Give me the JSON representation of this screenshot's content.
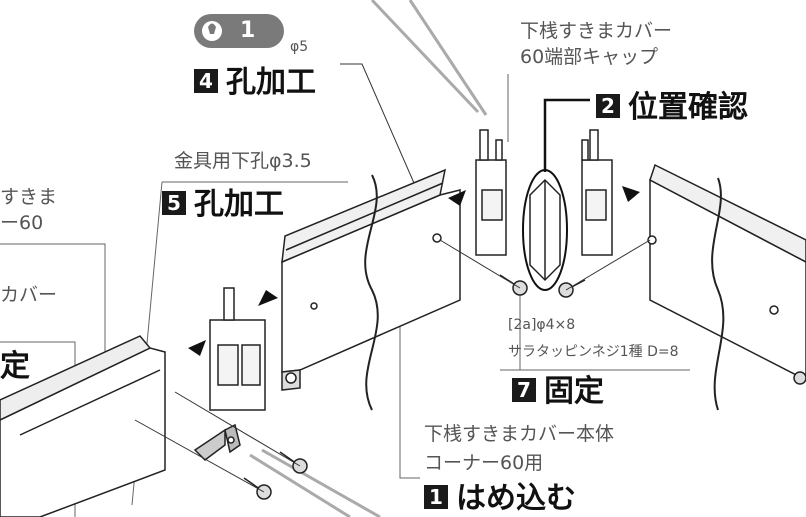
{
  "diameter_top": "φ5",
  "hint_number": "1",
  "steps": {
    "s4": {
      "num": "4",
      "text": "孔加工"
    },
    "s2": {
      "num": "2",
      "text": "位置確認"
    },
    "s5": {
      "num": "5",
      "text": "孔加工"
    },
    "s7": {
      "num": "7",
      "text": "固定"
    },
    "s1": {
      "num": "1",
      "text": "はめ込む"
    },
    "left_cut": "定"
  },
  "labels": {
    "cap_line1": "下桟すきまカバー",
    "cap_line2": "60端部キャップ",
    "bracket_hole": "金具用下孔φ3.5",
    "left_line1": "すきま",
    "left_line2": "ー60",
    "left_line3": "カバー",
    "screw_line1": "[2a]φ4×8",
    "screw_line2": "サラタッピンネジ1種 D=8",
    "body_line1": "下桟すきまカバー本体",
    "body_line2": "コーナー60用"
  }
}
